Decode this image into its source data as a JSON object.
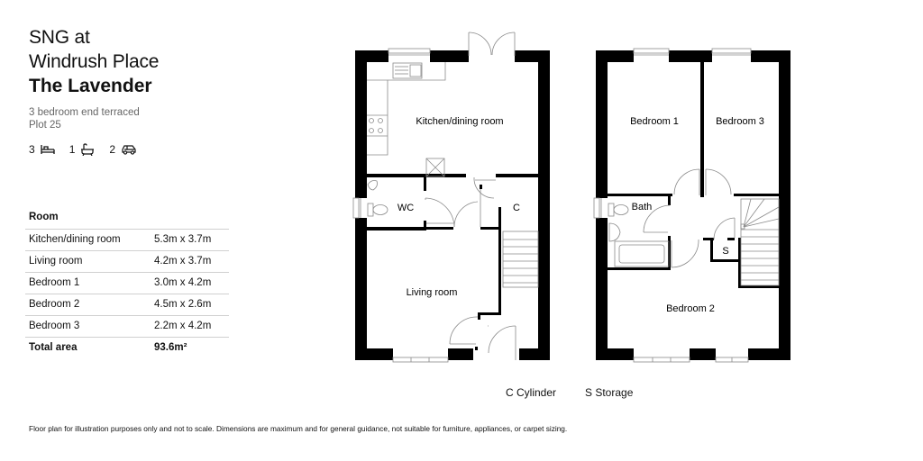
{
  "header": {
    "development_line1": "SNG at",
    "development_line2": "Windrush Place",
    "house_type": "The Lavender",
    "description": "3 bedroom end terraced",
    "plot": "Plot 25"
  },
  "features": {
    "bedrooms": "3",
    "bedrooms_icon": "bed-icon",
    "bathrooms": "1",
    "bathrooms_icon": "bath-icon",
    "parking": "2",
    "parking_icon": "car-icon"
  },
  "room_table": {
    "header": "Room",
    "rows": [
      {
        "name": "Kitchen/dining room",
        "dimensions": "5.3m x 3.7m"
      },
      {
        "name": "Living room",
        "dimensions": "4.2m x 3.7m"
      },
      {
        "name": "Bedroom 1",
        "dimensions": "3.0m x 4.2m"
      },
      {
        "name": "Bedroom 2",
        "dimensions": "4.5m x 2.6m"
      },
      {
        "name": "Bedroom 3",
        "dimensions": "2.2m x 4.2m"
      }
    ],
    "total_label": "Total area",
    "total_value": "93.6m²"
  },
  "ground_floor": {
    "rooms": {
      "kitchen": "Kitchen/dining room",
      "wc": "WC",
      "cylinder": "C",
      "living": "Living room"
    }
  },
  "first_floor": {
    "rooms": {
      "bedroom1": "Bedroom 1",
      "bedroom3": "Bedroom 3",
      "bath": "Bath",
      "storage": "S",
      "bedroom2": "Bedroom 2"
    }
  },
  "legend": {
    "cylinder": "C  Cylinder",
    "storage": "S  Storage"
  },
  "disclaimer": "Floor plan for illustration purposes only and not to scale. Dimensions are maximum and for general guidance, not suitable for furniture, appliances, or carpet sizing.",
  "colors": {
    "wall": "#000000",
    "fixture_line": "#8a8a8a",
    "subtext": "#666666",
    "divider": "#d0d0d0"
  }
}
